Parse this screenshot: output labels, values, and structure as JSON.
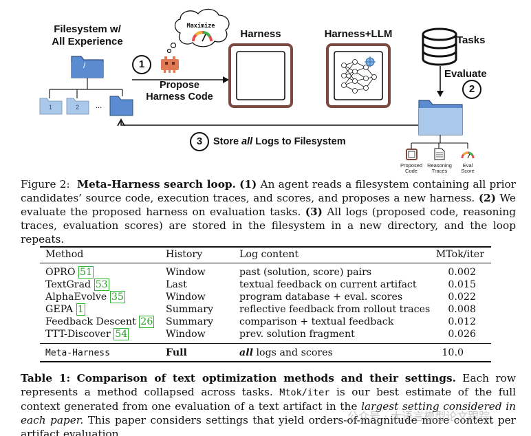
{
  "figure": {
    "filesystem_label_line1": "Filesystem w/",
    "filesystem_label_line2": "All Experience",
    "root_folder_text": "/",
    "child_folder_1": "1",
    "child_folder_2": "2",
    "child_ellipsis": "...",
    "step1_number": "1",
    "step1_label_line1": "Propose",
    "step1_label_line2": "Harness Code",
    "thought_text": "Maximize",
    "harness_label": "Harness",
    "harness_llm_label": "Harness+LLM",
    "tasks_label": "Tasks",
    "evaluate_label": "Evaluate",
    "step2_number": "2",
    "step3_number": "3",
    "step3_label_pre": "Store ",
    "step3_label_italic": "all",
    "step3_label_post": " Logs to Filesystem",
    "log_items": [
      {
        "line1": "Proposed",
        "line2": "Code"
      },
      {
        "line1": "Reasoning",
        "line2": "Traces"
      },
      {
        "line1": "Eval",
        "line2": "Score"
      }
    ],
    "colors": {
      "folder_blue": "#5b8bd0",
      "folder_light": "#a9c8ea",
      "harness_border": "#7a4a40",
      "robot_orange": "#e07a56"
    }
  },
  "figure_caption": {
    "label": "Figure 2:",
    "title": "Meta-Harness search loop.",
    "s1_num": "(1)",
    "s1_text": "An agent reads a filesystem containing all prior candidates’ source code, execution traces, and scores, and proposes a new harness.",
    "s2_num": "(2)",
    "s2_text": "We evaluate the proposed harness on evaluation tasks.",
    "s3_num": "(3)",
    "s3_text": "All logs (proposed code, reasoning traces, evaluation scores) are stored in the filesystem in a new directory, and the loop repeats."
  },
  "table": {
    "headers": [
      "Method",
      "History",
      "Log content",
      "MTok/iter"
    ],
    "rows": [
      {
        "method": "OPRO",
        "cite": "51",
        "history": "Window",
        "log": "past (solution, score) pairs",
        "mtok": "0.002"
      },
      {
        "method": "TextGrad",
        "cite": "53",
        "history": "Last",
        "log": "textual feedback on current artifact",
        "mtok": "0.015"
      },
      {
        "method": "AlphaEvolve",
        "cite": "35",
        "history": "Window",
        "log": "program database + eval. scores",
        "mtok": "0.022"
      },
      {
        "method": "GEPA",
        "cite": "1",
        "history": "Summary",
        "log": "reflective feedback from rollout traces",
        "mtok": "0.008"
      },
      {
        "method": "Feedback Descent",
        "cite": "26",
        "history": "Summary",
        "log": "comparison + textual feedback",
        "mtok": "0.012"
      },
      {
        "method": "TTT-Discover",
        "cite": "54",
        "history": "Window",
        "log": "prev. solution fragment",
        "mtok": "0.026"
      }
    ],
    "final_row": {
      "method": "Meta-Harness",
      "history": "Full",
      "log_italic": "all",
      "log_rest": " logs and scores",
      "mtok": "10.0"
    }
  },
  "table_caption": {
    "label": "Table 1:",
    "title": "Comparison of text optimization methods and their settings.",
    "t1": "Each row represents a method collapsed across tasks.",
    "code": "Mtok/iter",
    "t2": "is our best estimate of the full context generated from one evaluation of a text artifact in the",
    "italic": "largest setting considered in each paper.",
    "t3": "This paper considers settings that yield orders-of-magnitude more context per artifact evaluation."
  },
  "watermark": "公众号 · 大语言模型论文跟踪"
}
